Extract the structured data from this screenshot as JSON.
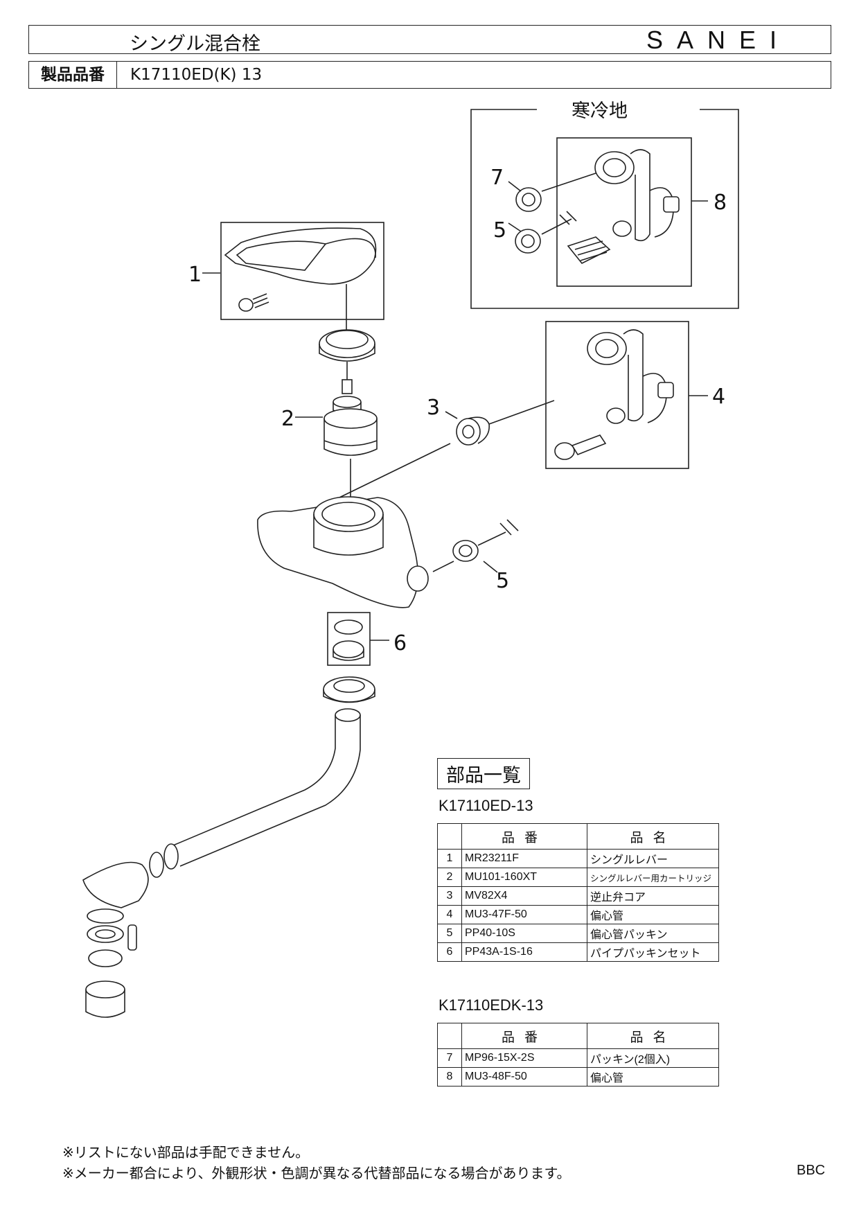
{
  "header": {
    "product_title": "シングル混合栓",
    "brand": "SANEI",
    "part_number_label": "製品品番",
    "part_number_value": "K17110ED(K) 13"
  },
  "diagram": {
    "cold_region_label": "寒冷地",
    "callouts": [
      "1",
      "2",
      "3",
      "4",
      "5",
      "5",
      "6",
      "7",
      "8"
    ]
  },
  "parts_section_title": "部品一覧",
  "table1": {
    "model": "K17110ED-13",
    "headers": [
      "品番",
      "品名"
    ],
    "rows": [
      {
        "no": "1",
        "code": "MR23211F",
        "name": "シングルレバー"
      },
      {
        "no": "2",
        "code": "MU101-160XT",
        "name": "シングルレバー用カートリッジ"
      },
      {
        "no": "3",
        "code": "MV82X4",
        "name": "逆止弁コア"
      },
      {
        "no": "4",
        "code": "MU3-47F-50",
        "name": "偏心管"
      },
      {
        "no": "5",
        "code": "PP40-10S",
        "name": "偏心管パッキン"
      },
      {
        "no": "6",
        "code": "PP43A-1S-16",
        "name": "パイプパッキンセット"
      }
    ]
  },
  "table2": {
    "model": "K17110EDK-13",
    "headers": [
      "品番",
      "品名"
    ],
    "rows": [
      {
        "no": "7",
        "code": "MP96-15X-2S",
        "name": "パッキン(2個入)"
      },
      {
        "no": "8",
        "code": "MU3-48F-50",
        "name": "偏心管"
      }
    ]
  },
  "notes": [
    "※リストにない部品は手配できません。",
    "※メーカー都合により、外観形状・色調が異なる代替部品になる場合があります。"
  ],
  "footer_code": "BBC"
}
